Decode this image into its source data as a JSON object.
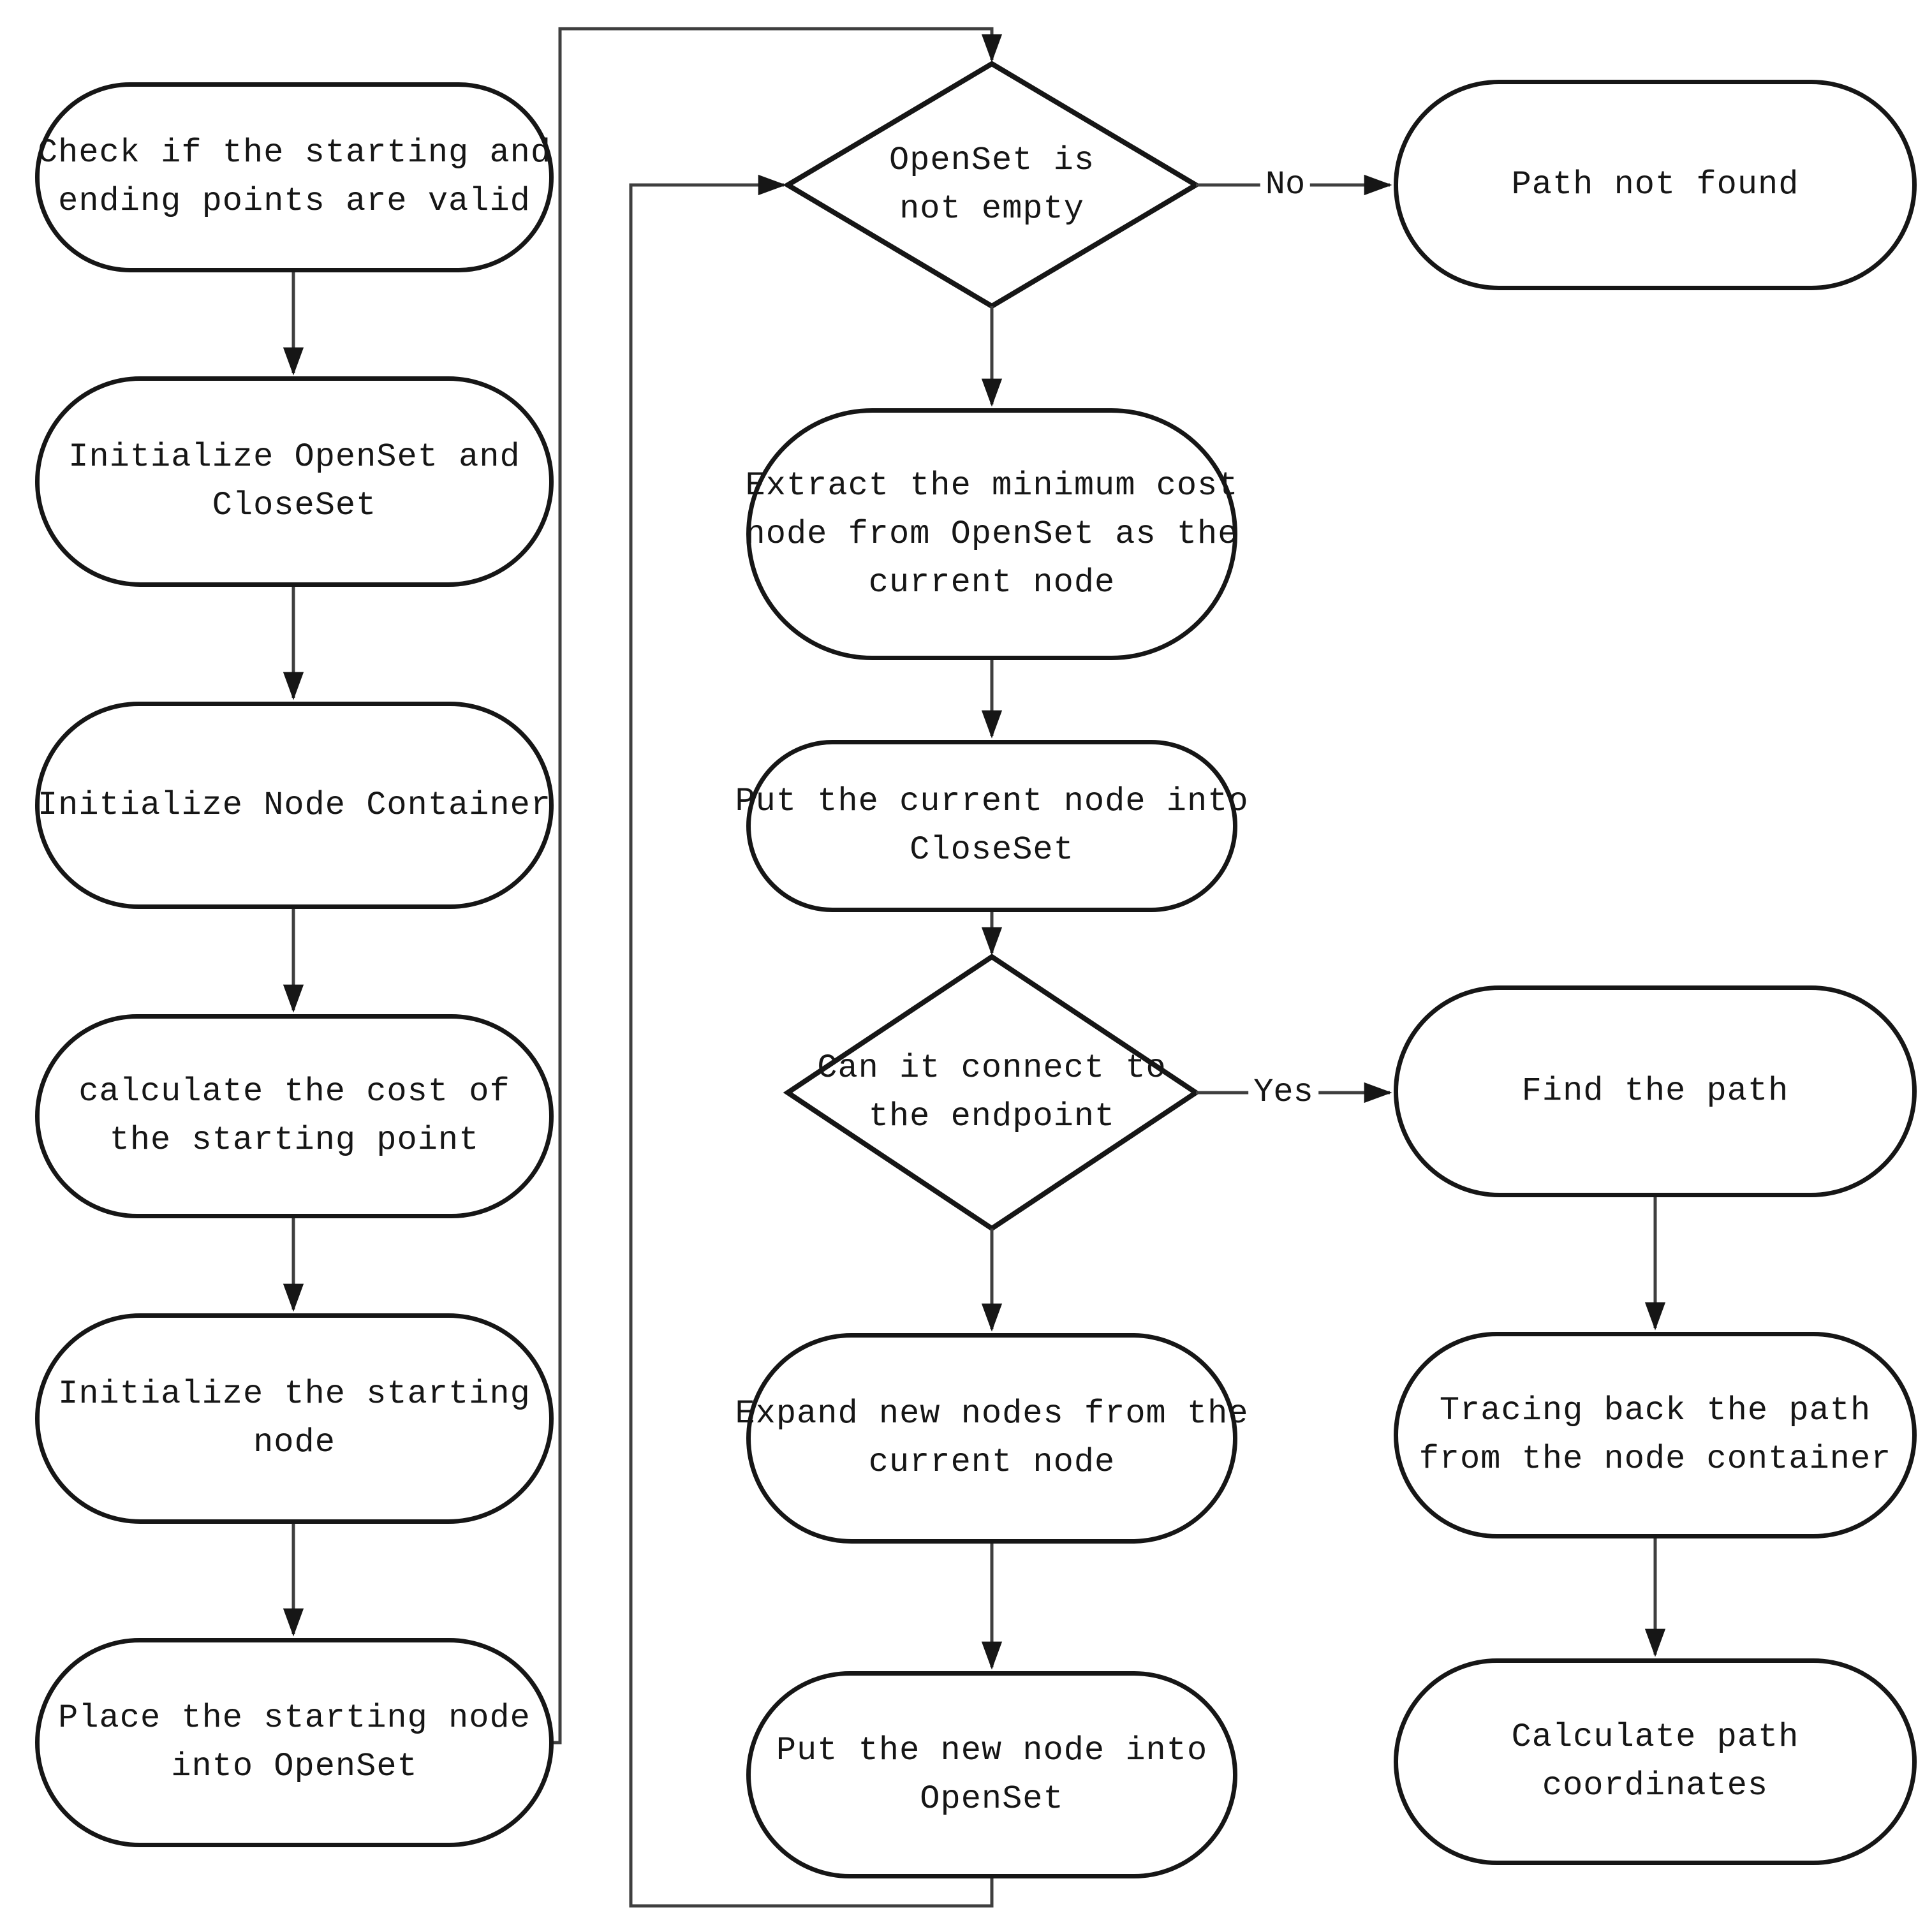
{
  "diagram": {
    "colors": {
      "background": "#ffffff",
      "stroke": "#161616",
      "arrow": "#3f3f3f"
    },
    "nodes": {
      "check_points": {
        "shape": "terminator",
        "lines": [
          "Check if the starting and",
          "ending points are valid"
        ]
      },
      "init_sets": {
        "shape": "terminator",
        "lines": [
          "Initialize OpenSet and",
          "CloseSet"
        ]
      },
      "init_container": {
        "shape": "terminator",
        "lines": [
          "Initialize Node Container"
        ]
      },
      "calc_cost": {
        "shape": "terminator",
        "lines": [
          "calculate the cost of",
          "the starting point"
        ]
      },
      "init_start_node": {
        "shape": "terminator",
        "lines": [
          "Initialize the starting",
          "node"
        ]
      },
      "place_start": {
        "shape": "terminator",
        "lines": [
          "Place the starting node",
          "into OpenSet"
        ]
      },
      "openset_not_empty": {
        "shape": "decision",
        "lines": [
          "OpenSet is",
          "not empty"
        ]
      },
      "extract_min": {
        "shape": "terminator",
        "lines": [
          "Extract the minimum cost",
          "node from OpenSet as the",
          "current node"
        ]
      },
      "put_closeset": {
        "shape": "terminator",
        "lines": [
          "Put the current node into",
          "CloseSet"
        ]
      },
      "can_connect": {
        "shape": "decision",
        "lines": [
          "Can it connect to",
          "the endpoint"
        ]
      },
      "expand_nodes": {
        "shape": "terminator",
        "lines": [
          "Expand new nodes from the",
          "current node"
        ]
      },
      "put_openset": {
        "shape": "terminator",
        "lines": [
          "Put the new node into",
          "OpenSet"
        ]
      },
      "path_not_found": {
        "shape": "terminator",
        "lines": [
          "Path not found"
        ]
      },
      "find_path": {
        "shape": "terminator",
        "lines": [
          "Find the path"
        ]
      },
      "tracing_back": {
        "shape": "terminator",
        "lines": [
          "Tracing back the path",
          "from the node container"
        ]
      },
      "calc_coords": {
        "shape": "terminator",
        "lines": [
          "Calculate path",
          "coordinates"
        ]
      }
    },
    "edge_labels": {
      "no": "No",
      "yes": "Yes"
    }
  }
}
